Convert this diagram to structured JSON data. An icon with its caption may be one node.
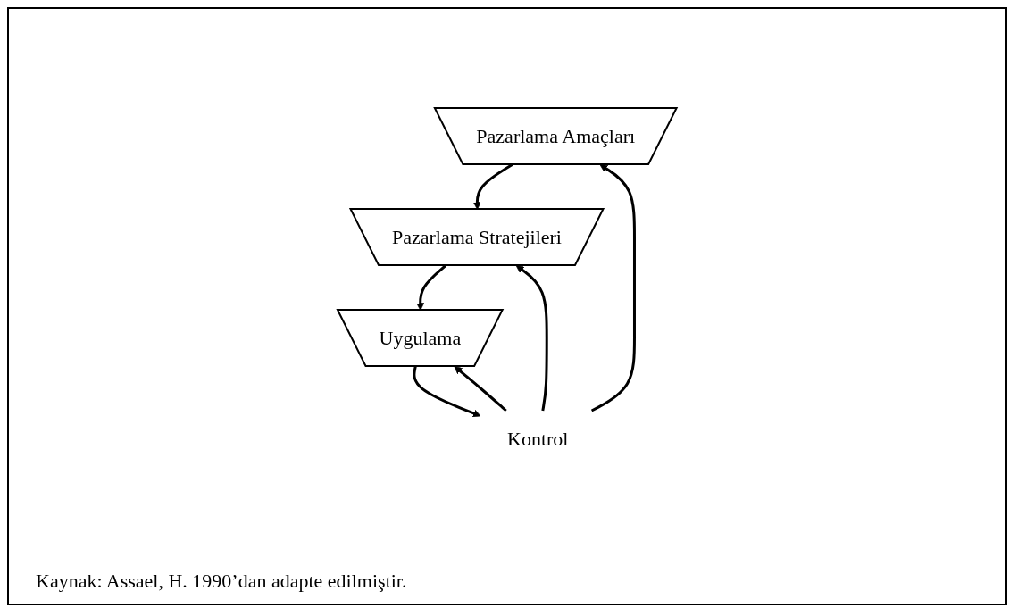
{
  "diagram": {
    "nodes": [
      {
        "text": [
          "Pazarlama Amaçları"
        ]
      },
      {
        "text": [
          "Pazarlama Stratejileri"
        ]
      },
      {
        "text": [
          "Uygulama"
        ]
      },
      {
        "text": [
          "Kontrol"
        ]
      }
    ],
    "edges": [
      {
        "from": 0,
        "to": 1,
        "arrow": "to"
      },
      {
        "from": 1,
        "to": 2,
        "arrow": "to"
      },
      {
        "from": 2,
        "to": 3,
        "arrow": "to"
      },
      {
        "from": 3,
        "to": 0,
        "arrow": "to"
      },
      {
        "from": 3,
        "to": 1,
        "arrow": "to"
      },
      {
        "from": 3,
        "to": 2,
        "arrow": "to"
      }
    ],
    "caption": "Kaynak: Assael, H. 1990’dan adapte edilmiştir."
  }
}
